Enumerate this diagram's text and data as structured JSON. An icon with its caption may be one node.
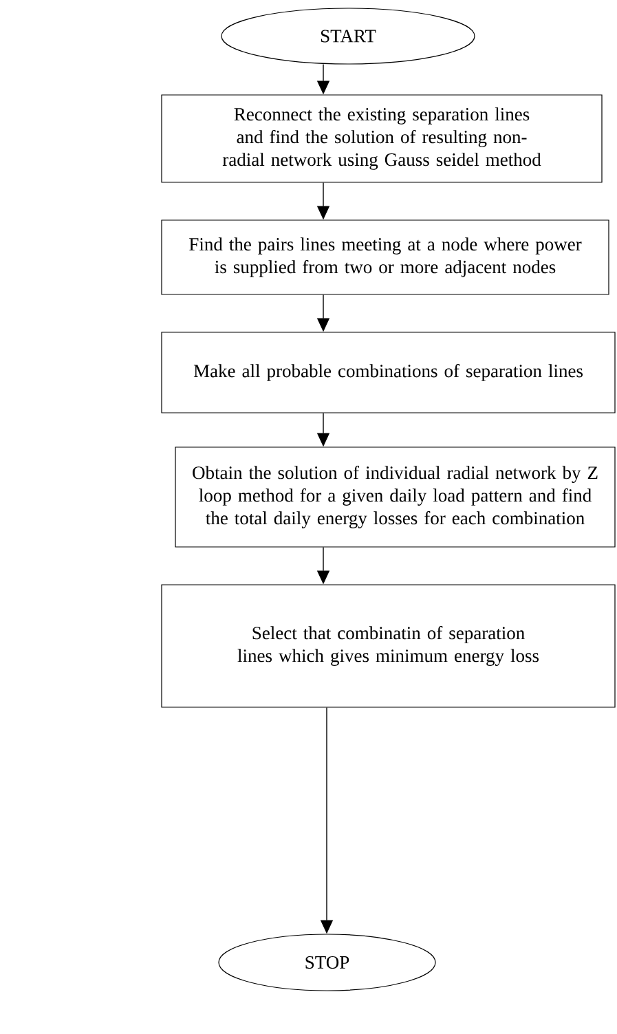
{
  "diagram": {
    "nodes": [
      {
        "text": [
          "START"
        ]
      },
      {
        "text": [
          "Reconnect the existing separation lines and find the solution of resulting non-radial network using Gauss seidel method"
        ]
      },
      {
        "text": [
          "Find the pairs lines meeting at a node where power is supplied from two or more adjacent nodes"
        ]
      },
      {
        "text": [
          "Make all probable combinations of separation lines"
        ]
      },
      {
        "text": [
          "Obtain the solution of individual radial network by Z loop method for a given daily load pattern and find the total daily energy losses for each combination"
        ]
      },
      {
        "text": [
          "Select that combinatin of separation lines which gives minimum energy loss"
        ]
      },
      {
        "text": [
          "STOP"
        ]
      }
    ],
    "edges": [
      {
        "from": 0,
        "to": 1,
        "arrow": "to"
      },
      {
        "from": 1,
        "to": 2,
        "arrow": "to"
      },
      {
        "from": 2,
        "to": 3,
        "arrow": "to"
      },
      {
        "from": 3,
        "to": 4,
        "arrow": "to"
      },
      {
        "from": 4,
        "to": 5,
        "arrow": "to"
      },
      {
        "from": 5,
        "to": 6,
        "arrow": "to"
      }
    ]
  }
}
